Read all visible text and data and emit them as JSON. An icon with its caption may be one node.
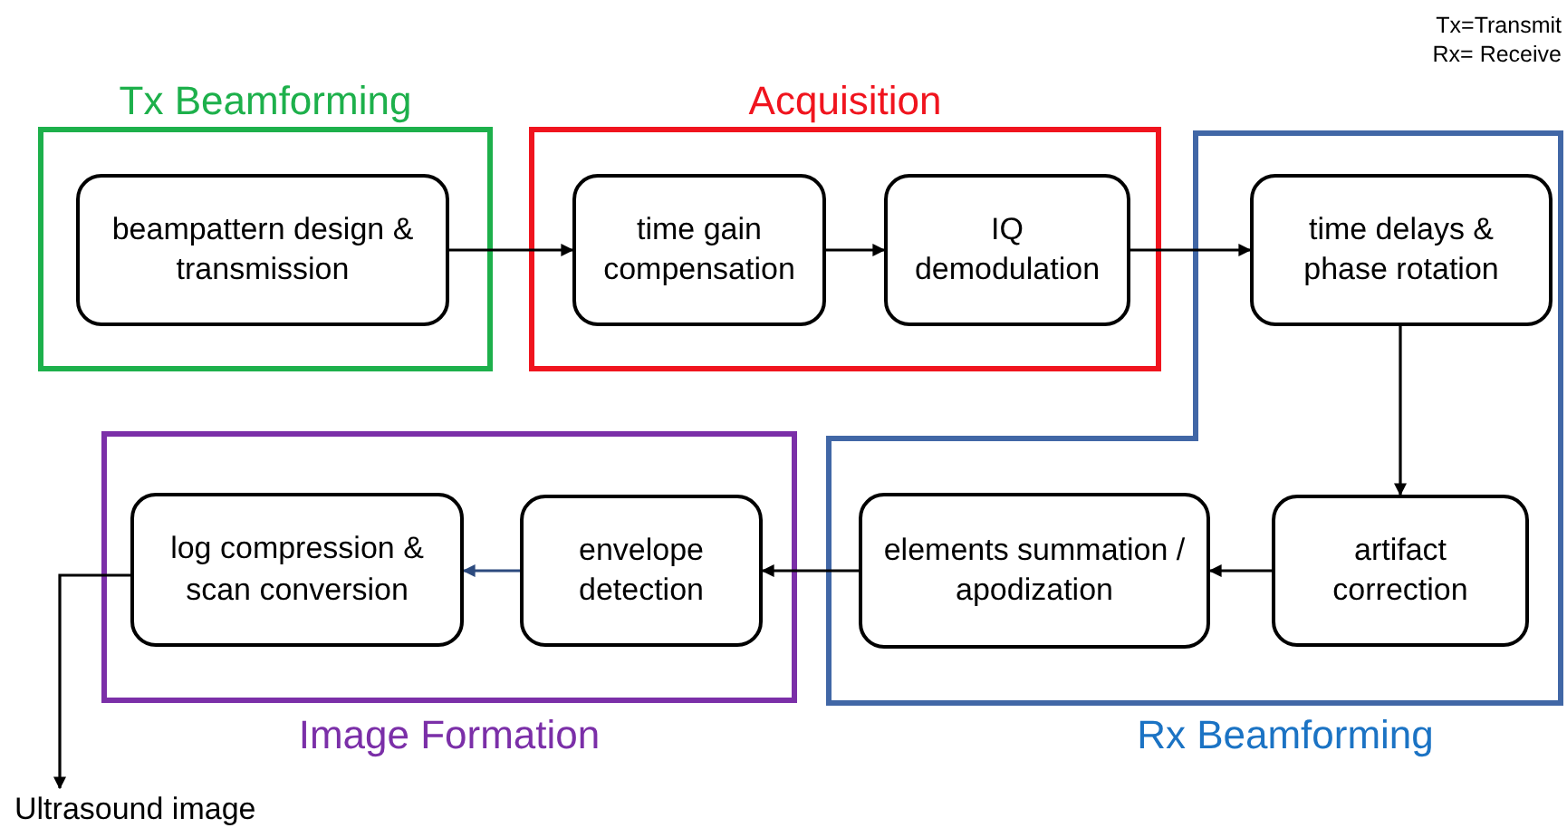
{
  "diagram": {
    "nodes": [
      {
        "text": [
          "Tx Beamforming"
        ]
      },
      {
        "text": [
          "beampattern design & transmission"
        ],
        "in": 0
      },
      {
        "text": [
          "Acquisition"
        ]
      },
      {
        "text": [
          "time gain compensation"
        ],
        "in": 2
      },
      {
        "text": [
          "IQ demodulation"
        ],
        "in": 2
      },
      {
        "text": [
          "Rx Beamforming"
        ]
      },
      {
        "text": [
          "time delays & phase rotation"
        ],
        "in": 5
      },
      {
        "text": [
          "artifact correction"
        ],
        "in": 5
      },
      {
        "text": [
          "elements summation / apodization"
        ],
        "in": 5
      },
      {
        "text": [
          "Image Formation"
        ]
      },
      {
        "text": [
          "envelope detection"
        ],
        "in": 9
      },
      {
        "text": [
          "log compression & scan conversion"
        ],
        "in": 9
      },
      {
        "text": [
          "Ultrasound image"
        ]
      }
    ],
    "edges": [
      {
        "from": 1,
        "to": 3,
        "arrow": "to"
      },
      {
        "from": 3,
        "to": 4,
        "arrow": "to"
      },
      {
        "from": 4,
        "to": 6,
        "arrow": "to"
      },
      {
        "from": 6,
        "to": 7,
        "arrow": "to"
      },
      {
        "from": 7,
        "to": 8,
        "arrow": "to"
      },
      {
        "from": 8,
        "to": 10,
        "arrow": "to"
      },
      {
        "from": 10,
        "to": 11,
        "arrow": "to",
        "color": "#2c4a7e"
      },
      {
        "from": 11,
        "to": 12,
        "arrow": "to"
      }
    ],
    "labels": [
      "Tx=Transmit",
      "Rx= Receive"
    ]
  }
}
